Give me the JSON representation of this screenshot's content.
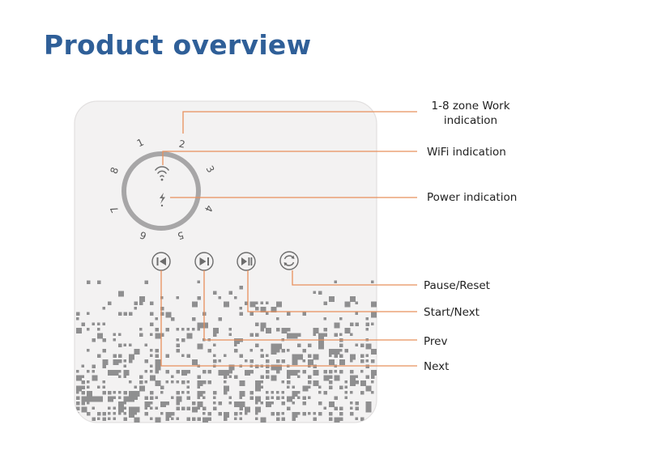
{
  "title": "Product overview",
  "colors": {
    "title": "#2f5f98",
    "callout_line": "#e8905c",
    "device_body": "#f3f2f2",
    "device_border": "#e2e0e0",
    "ring": "#a7a6a7",
    "icon": "#6d6d6d",
    "pattern": "#8f8f90"
  },
  "device": {
    "zone_numbers": [
      "1",
      "2",
      "3",
      "4",
      "5",
      "6",
      "7",
      "8"
    ],
    "icons": {
      "wifi": "wifi-icon",
      "power": "power-bolt-icon",
      "buttons": [
        "skip-back-icon",
        "skip-forward-icon",
        "play-pause-icon",
        "reset-icon"
      ]
    }
  },
  "callouts": {
    "zone_line1": "1-8 zone Work",
    "zone_line2": "indication",
    "wifi": "WiFi indication",
    "power": "Power indication",
    "pause_reset": "Pause/Reset",
    "start_next": "Start/Next",
    "prev": "Prev",
    "next": "Next"
  }
}
